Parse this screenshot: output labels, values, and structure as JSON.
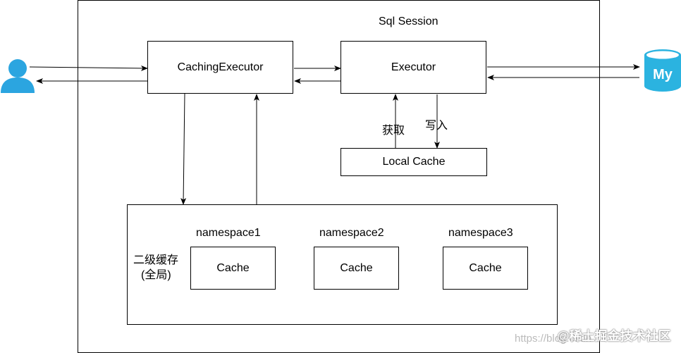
{
  "session": {
    "title": "Sql Session"
  },
  "caching_executor": {
    "label": "CachingExecutor"
  },
  "executor": {
    "label": "Executor"
  },
  "local_cache": {
    "label": "Local Cache",
    "get_label": "获取",
    "write_label": "写入"
  },
  "second_level": {
    "label_line1": "二级缓存",
    "label_line2": "(全局)",
    "namespaces": [
      {
        "name": "namespace1",
        "cache_label": "Cache"
      },
      {
        "name": "namespace2",
        "cache_label": "Cache"
      },
      {
        "name": "namespace3",
        "cache_label": "Cache"
      }
    ]
  },
  "database": {
    "icon": "mysql-database-icon",
    "text": "My",
    "color": "#2bb3e0"
  },
  "user": {
    "icon": "user-icon",
    "color": "#2ba5e0"
  },
  "watermark": {
    "url": "https://blog.csdn",
    "brand": "@稀土掘金技术社区"
  }
}
